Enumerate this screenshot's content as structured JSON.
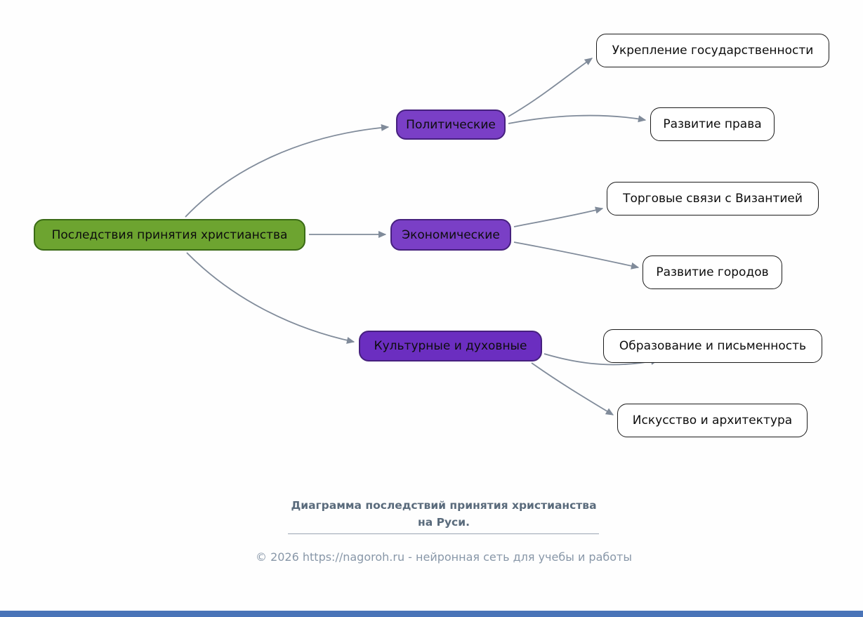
{
  "diagram": {
    "root": {
      "label": "Последствия принятия христианства"
    },
    "categories": [
      {
        "label": "Политические"
      },
      {
        "label": "Экономические"
      },
      {
        "label": "Культурные и духовные"
      }
    ],
    "leaves": [
      {
        "label": "Укрепление государственности"
      },
      {
        "label": "Развитие права"
      },
      {
        "label": "Торговые связи с Византией"
      },
      {
        "label": "Развитие городов"
      },
      {
        "label": "Образование и письменность"
      },
      {
        "label": "Искусство и архитектура"
      }
    ]
  },
  "footer": {
    "caption_line1": "Диаграмма последствий принятия христианства",
    "caption_line2": "на Руси.",
    "copyright": "© 2026 https://nagoroh.ru - нейронная сеть для учебы и работы"
  },
  "colors": {
    "root_fill": "#6da430",
    "root_border": "#3a6b15",
    "category_fill": "#7a3fc6",
    "category_fill_dark": "#6b2ec0",
    "category_border": "#46207e",
    "leaf_fill": "#ffffff",
    "leaf_border": "#1b1b1b",
    "arrow": "#808b9a",
    "caption_text": "#5a6b7c",
    "copyright_text": "#8897a8",
    "bottom_bar": "#4a74b8"
  }
}
